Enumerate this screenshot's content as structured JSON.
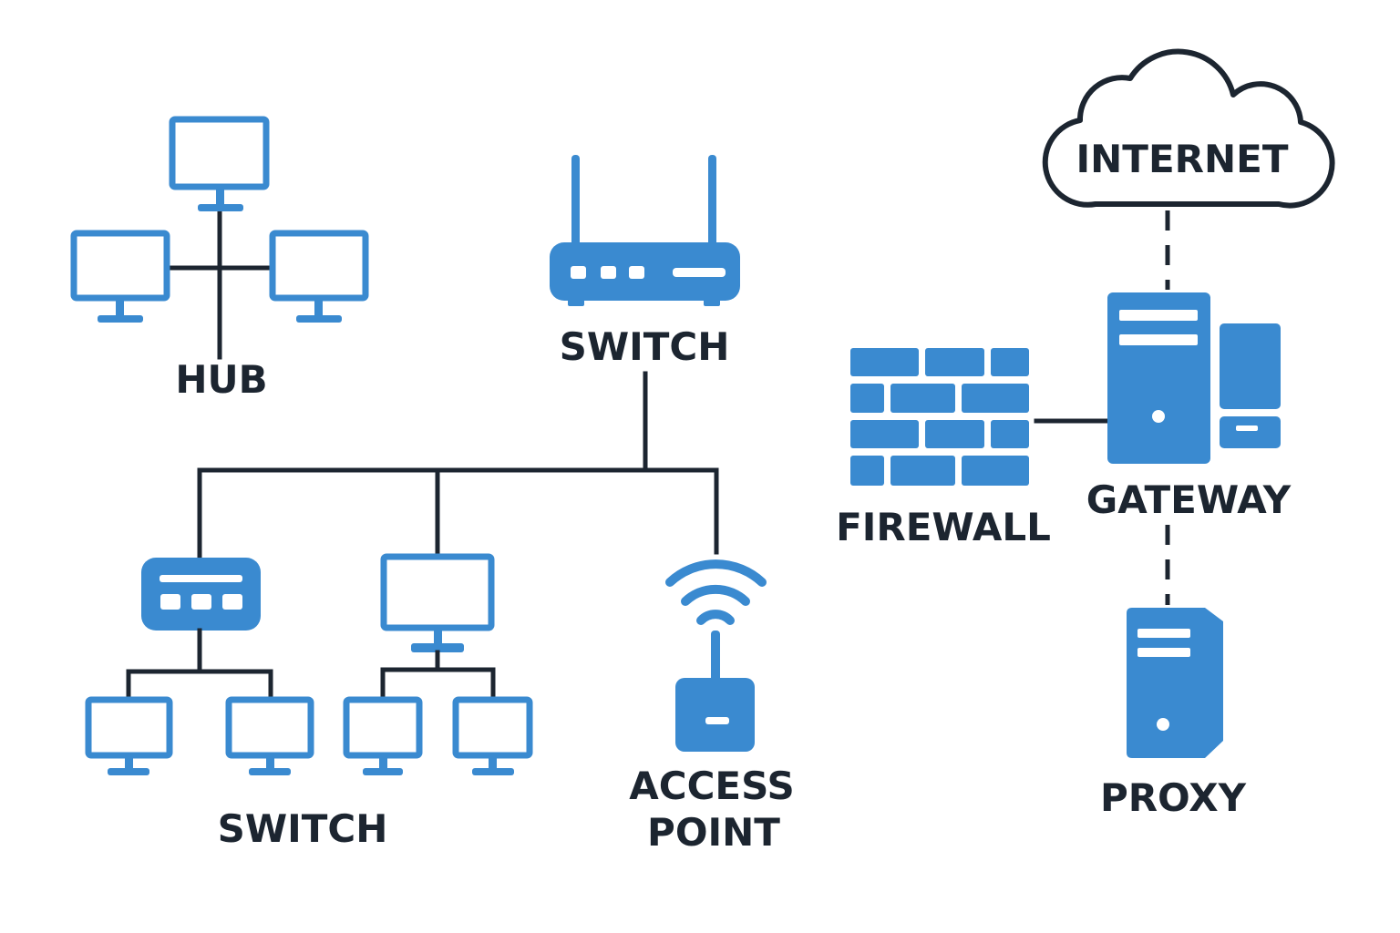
{
  "labels": {
    "hub": "HUB",
    "switch_top": "SWITCH",
    "switch_bottom": "SWITCH",
    "access_point_line1": "ACCESS",
    "access_point_line2": "POINT",
    "internet": "INTERNET",
    "firewall": "FIREWALL",
    "gateway": "GATEWAY",
    "proxy": "PROXY"
  },
  "colors": {
    "icon_blue": "#3a8ad0",
    "line_dark": "#1c2530",
    "background": "#ffffff"
  },
  "icons": [
    "monitor-icon",
    "router-icon",
    "switch-icon",
    "wifi-icon",
    "firewall-icon",
    "server-icon",
    "cloud-icon"
  ]
}
